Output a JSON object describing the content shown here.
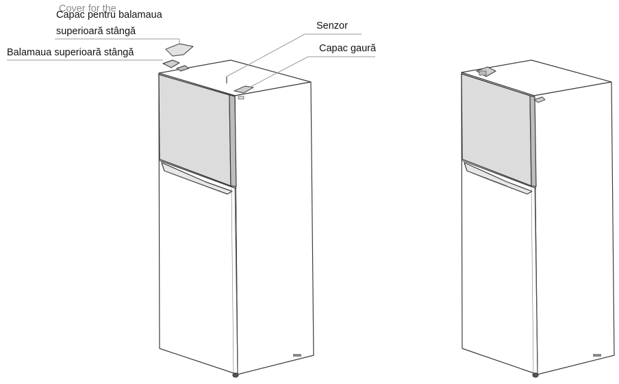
{
  "labels": {
    "cover_ghost": "Cover for the",
    "cover_line1": "Capac pentru balamaua",
    "cover_line2": "superioară stângă",
    "hinge": "Balamaua superioară stângă",
    "sensor": "Senzor",
    "hole_cap": "Capac gaură"
  },
  "colors": {
    "line": "#3a3a3a",
    "door_fill": "#dcdcdc",
    "leader": "#9a9a9a"
  }
}
